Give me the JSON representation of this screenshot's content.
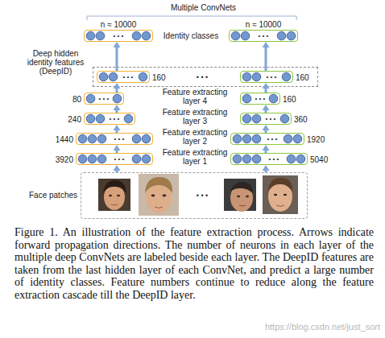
{
  "diagram": {
    "title": "Multiple ConvNets",
    "caption": "Figure 1. An illustration of the feature extraction process. Arrows indicate forward propagation directions. The number of neurons in each layer of the multiple deep ConvNets are labeled beside each layer. The DeepID features are taken from the last hidden layer of each ConvNet, and predict a large number of identity classes. Feature numbers continue to reduce along the feature extraction cascade till the DeepID layer.",
    "nodes": [
      {
        "text": [
          "n ≈ 10000",
          "• • •"
        ]
      },
      {
        "text": [
          "n ≈ 10000",
          "• • •"
        ]
      },
      {
        "text": [
          "Deep hidden identity features (DeepID)",
          "• • •"
        ]
      },
      {
        "text": [
          "• • •",
          "160"
        ],
        "in": 2
      },
      {
        "text": [
          "• • •",
          "160"
        ],
        "in": 2
      },
      {
        "text": [
          "80",
          "• • •"
        ]
      },
      {
        "text": [
          "• • •",
          "160"
        ]
      },
      {
        "text": [
          "240",
          "• • •"
        ]
      },
      {
        "text": [
          "• • •",
          "360"
        ]
      },
      {
        "text": [
          "1440",
          "• • •"
        ]
      },
      {
        "text": [
          "• • •",
          "1920"
        ]
      },
      {
        "text": [
          "3920",
          "• • •"
        ]
      },
      {
        "text": [
          "• • •",
          "5040"
        ]
      },
      {
        "text": [
          "Face patches",
          "• • •"
        ]
      }
    ],
    "edges": [
      {
        "from": 3,
        "to": 0,
        "arrow": "to"
      },
      {
        "from": 4,
        "to": 1,
        "arrow": "to"
      },
      {
        "from": 5,
        "to": 3,
        "arrow": "to"
      },
      {
        "from": 6,
        "to": 4,
        "arrow": "to"
      },
      {
        "from": 7,
        "to": 5,
        "arrow": "to"
      },
      {
        "from": 8,
        "to": 6,
        "arrow": "to"
      },
      {
        "from": 9,
        "to": 7,
        "arrow": "to"
      },
      {
        "from": 10,
        "to": 8,
        "arrow": "to"
      },
      {
        "from": 11,
        "to": 9,
        "arrow": "to"
      },
      {
        "from": 12,
        "to": 10,
        "arrow": "to"
      },
      {
        "from": 13,
        "to": 11,
        "arrow": "to"
      },
      {
        "from": 13,
        "to": 12,
        "arrow": "to"
      }
    ],
    "labels": [
      "Identity classes",
      "Feature extracting layer 4",
      "Feature extracting layer 3",
      "Feature extracting layer 2",
      "Feature extracting layer 1",
      "https://blog.csdn.net/just_sort"
    ]
  }
}
